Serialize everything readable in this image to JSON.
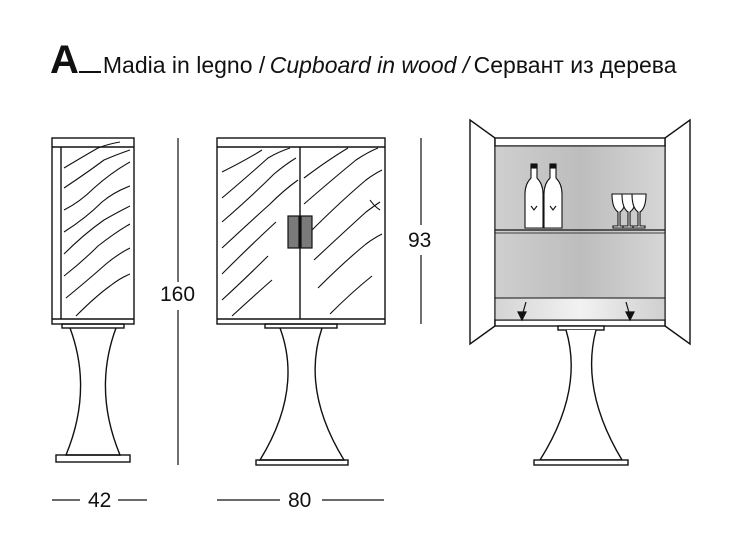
{
  "title": {
    "letter": "A",
    "it_label": "Madia in legno /",
    "en_label": "Cupboard in wood /",
    "ru_label": "Сервант из дерева"
  },
  "dimensions": {
    "depth": "42",
    "width": "80",
    "total_height": "160",
    "cabinet_height": "93"
  }
}
